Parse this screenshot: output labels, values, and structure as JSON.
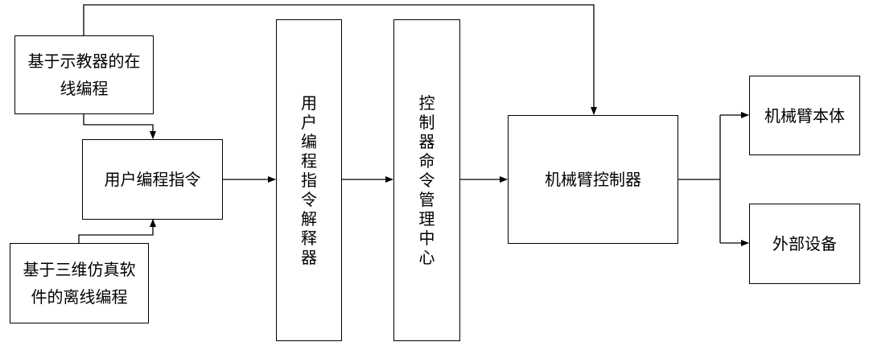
{
  "diagram": {
    "nodes": {
      "online_programming": "基于示教器的在线编程",
      "user_instruction": "用户编程指令",
      "offline_programming": "基于三维仿真软件的离线编程",
      "interpreter": "用户编程指令解释器",
      "command_center": "控制器命令管理中心",
      "arm_controller": "机械臂控制器",
      "arm_body": "机械臂本体",
      "external_devices": "外部设备"
    },
    "edges": [
      {
        "from": "online_programming",
        "to": "user_instruction",
        "style": "single-arrow"
      },
      {
        "from": "offline_programming",
        "to": "user_instruction",
        "style": "single-arrow"
      },
      {
        "from": "user_instruction",
        "to": "interpreter",
        "style": "single-arrow"
      },
      {
        "from": "interpreter",
        "to": "command_center",
        "style": "double-arrow"
      },
      {
        "from": "command_center",
        "to": "arm_controller",
        "style": "double-arrow"
      },
      {
        "from": "online_programming",
        "to": "arm_controller",
        "style": "single-arrow"
      },
      {
        "from": "arm_controller",
        "to": "arm_body",
        "style": "single-arrow"
      },
      {
        "from": "arm_controller",
        "to": "external_devices",
        "style": "single-arrow"
      }
    ]
  }
}
